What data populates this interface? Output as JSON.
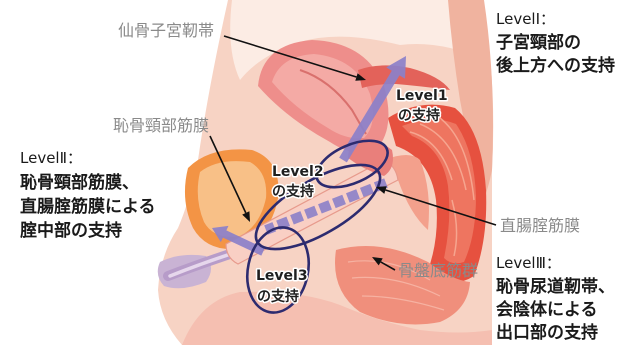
{
  "labels": {
    "uterosacral": "仙骨子宮靭帯",
    "pubocervical": "恥骨頸部筋膜",
    "rectovaginal": "直腸腟筋膜",
    "pelvic_floor": "骨盤底筋群"
  },
  "levels": [
    {
      "heading": "LevelⅠ：",
      "lines": [
        "子宮頸部の",
        "後上方への支持"
      ],
      "tag": "Level1",
      "tag_sub": "の支持"
    },
    {
      "heading": "LevelⅡ：",
      "lines": [
        "恥骨頸部筋膜、",
        "直腸腟筋膜による",
        "腟中部の支持"
      ],
      "tag": "Level2",
      "tag_sub": "の支持"
    },
    {
      "heading": "LevelⅢ：",
      "lines": [
        "恥骨尿道靭帯、",
        "会陰体による",
        "出口部の支持"
      ],
      "tag": "Level3",
      "tag_sub": "の支持"
    }
  ],
  "colors": {
    "support_arrow": "#8b80c9",
    "support_zone_outline": "#2d2b6f",
    "pointer": "#111111",
    "label_gray": "#8a8a8a",
    "caption_text": "#1a1a1a"
  }
}
